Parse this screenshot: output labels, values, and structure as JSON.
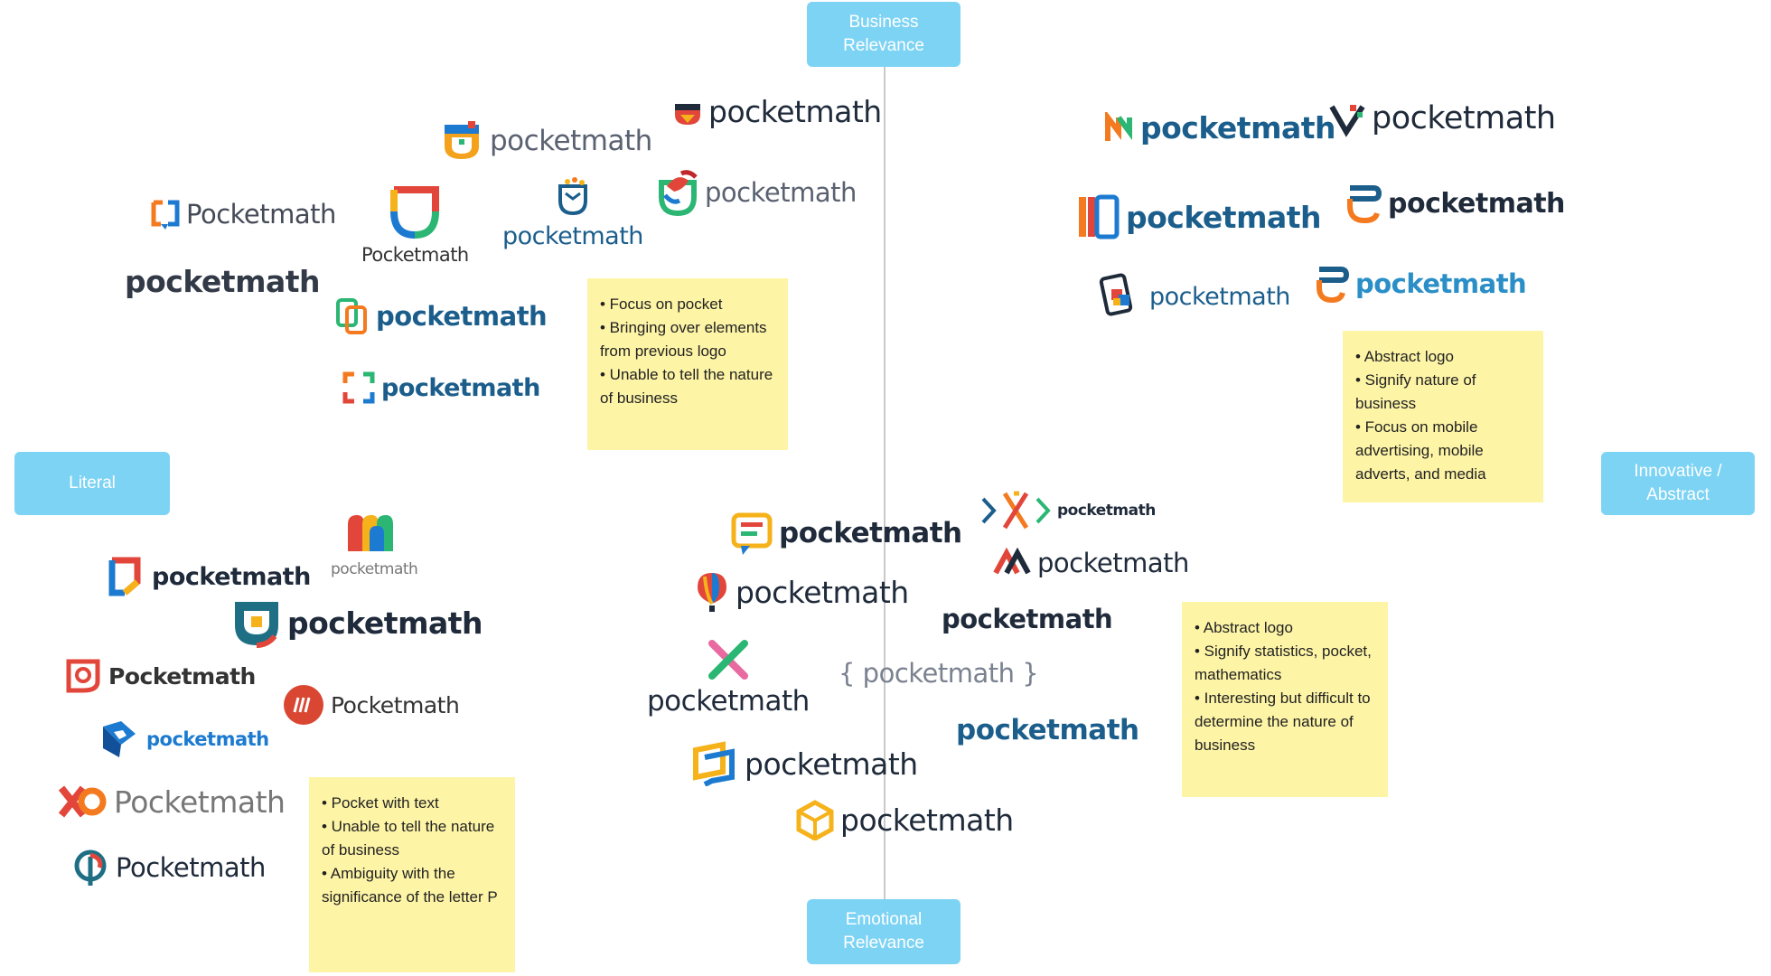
{
  "axes": {
    "top": "Business\nRelevance",
    "bottom": "Emotional\nRelevance",
    "left": "Literal",
    "right": "Innovative /\nAbstract"
  },
  "notes": {
    "top_left": [
      "• Focus on pocket",
      "• Bringing over elements from previous logo",
      "• Unable to tell the nature of business"
    ],
    "top_right": [
      "• Abstract logo",
      "• Signify nature of business",
      "• Focus on mobile advertising, mobile adverts, and media"
    ],
    "bottom_left": [
      "• Pocket with text",
      "• Unable to tell the nature of business",
      "• Ambiguity with the significance of the letter P"
    ],
    "bottom_right": [
      "• Abstract logo",
      "• Signify statistics, pocket, mathematics",
      "• Interesting but difficult to determine the nature of business"
    ]
  },
  "logos": {
    "tl_1": "pocketmath",
    "tl_2": "pocketmath",
    "tl_3": "pocketmath",
    "tl_4": "Pocketmath",
    "tl_5": "Pocketmath",
    "tl_6": "pocketmath",
    "tl_7": "pocketmath",
    "tl_8": "pocketmath",
    "tl_9": "pocketmath",
    "tr_1": "pocketmath",
    "tr_2": "pocketmath",
    "tr_3": "pocketmath",
    "tr_4": "pocketmath",
    "tr_5": "pocketmath",
    "tr_6": "pocketmath",
    "bl_1": "pocketmath",
    "bl_2": "pocketmath",
    "bl_3": "pocketmath",
    "bl_4": "Pocketmath",
    "bl_5": "Pocketmath",
    "bl_6": "pocketmath",
    "bl_7": "Pocketmath",
    "bl_8": "Pocketmath",
    "br_1": "pocketmath",
    "br_2": "pocketmath",
    "br_3": "pocketmath",
    "br_4": "pocketmath",
    "br_5": "pocketmath",
    "br_6": "pocketmath",
    "br_7": "{ pocketmath }",
    "br_8": "pocketmath",
    "br_9": "pocketmath",
    "br_10": "pocketmath"
  },
  "colors": {
    "axis_label_bg": "#7dd3f4",
    "note_bg": "#fdf4a6",
    "wordmark_dark": "#1f2a3a",
    "wordmark_blue": "#1b5e8c",
    "accent_orange": "#f47a20",
    "accent_red": "#e2463a"
  },
  "icons": [
    "pocket-shape-icon",
    "bracket-square-icon",
    "shield-pocket-icon",
    "wave-pocket-icon",
    "abstract-p-icon",
    "mobile-phone-icon",
    "balloon-icon",
    "cross-icon",
    "hexagon-icon",
    "x-arrows-icon"
  ]
}
